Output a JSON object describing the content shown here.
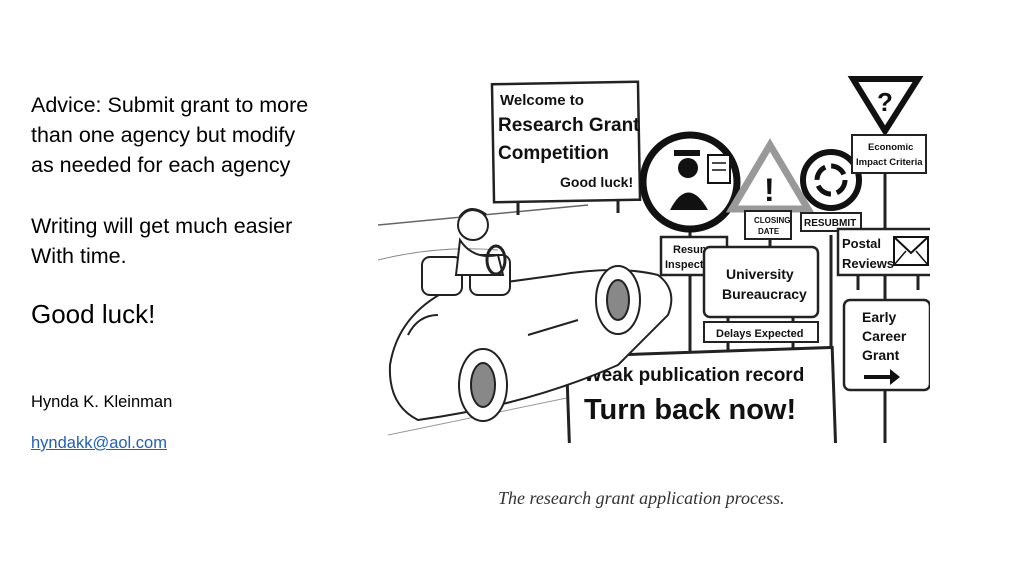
{
  "slide": {
    "advice_line1": "Advice: Submit grant to more",
    "advice_line2": "than one agency but modify",
    "advice_line3": "as needed for each agency",
    "writing_line1": "Writing will get much easier",
    "writing_line2": "With time.",
    "good_luck": "Good luck!",
    "author": "Hynda K. Kleinman",
    "email": "hyndakk@aol.com"
  },
  "cartoon": {
    "billboard": [
      "Welcome to",
      "Research Grant",
      "Competition",
      "Good luck!"
    ],
    "closing_date": [
      "CLOSING",
      "DATE"
    ],
    "resubmit": "RESUBMIT",
    "economic": [
      "Economic",
      "Impact Criteria"
    ],
    "postal": [
      "Postal",
      "Reviews"
    ],
    "resume": [
      "Resume",
      "Inspection"
    ],
    "university": [
      "University",
      "Bureaucracy"
    ],
    "delays": "Delays Expected",
    "early": [
      "Early",
      "Career",
      "Grant"
    ],
    "weak": "Weak publication record",
    "turn_back": "Turn back now!",
    "question": "?",
    "exclamation": "!"
  },
  "caption": "The research grant application process."
}
